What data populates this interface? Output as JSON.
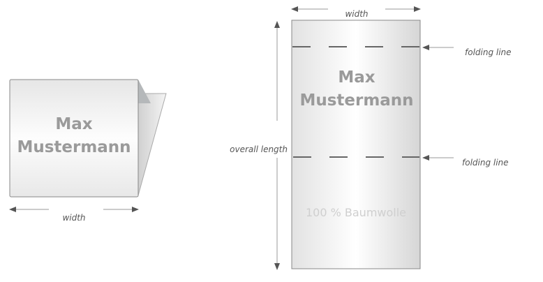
{
  "folded_label": {
    "name_line1": "Max",
    "name_line2": "Mustermann",
    "width_label": "width"
  },
  "flat_label": {
    "name_line1": "Max",
    "name_line2": "Mustermann",
    "material": "100 % Baumwolle",
    "width_label": "width",
    "length_label": "overall length",
    "folding_line_top": "folding line",
    "folding_line_bottom": "folding line"
  }
}
